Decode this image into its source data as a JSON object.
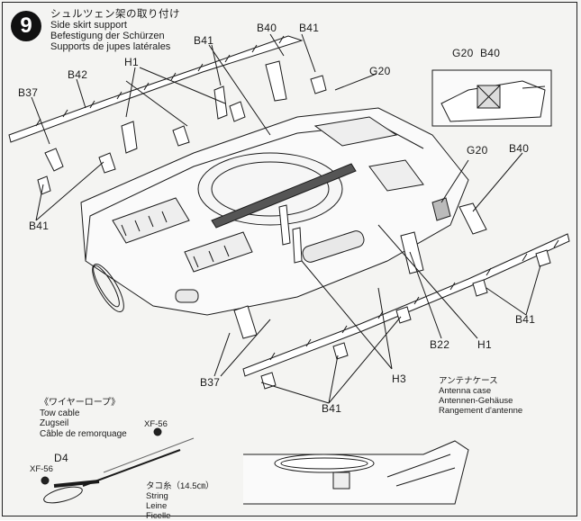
{
  "step": {
    "number": "9"
  },
  "title": {
    "jp": "シュルツェン架の取り付け",
    "en": "Side skirt support",
    "de": "Befestigung der Schürzen",
    "fr": "Supports de jupes latérales"
  },
  "part_labels": {
    "b40_top": "B40",
    "b41_top": "B41",
    "b41_top2": "B41",
    "h1_top": "H1",
    "b42": "B42",
    "b37_left": "B37",
    "g20_top": "G20",
    "g20_inset": "G20",
    "b40_inset": "B40",
    "g20_right": "G20",
    "b40_right": "B40",
    "b41_left": "B41",
    "b41_right": "B41",
    "b22": "B22",
    "h1_bottom": "H1",
    "h3": "H3",
    "b37_bottom": "B37",
    "b41_bottom": "B41",
    "d4": "D4"
  },
  "antenna_case": {
    "jp": "アンテナケース",
    "en": "Antenna case",
    "de": "Antennen-Gehäuse",
    "fr": "Rangement d'antenne"
  },
  "tow_cable": {
    "jp": "《ワイヤーロープ》",
    "en": "Tow cable",
    "de": "Zugseil",
    "fr": "Câble de remorquage"
  },
  "paint": {
    "xf56_a": "XF-56",
    "xf56_b": "XF-56"
  },
  "string": {
    "jp": "タコ糸（14.5㎝）",
    "en": "String",
    "de": "Leine",
    "fr": "Ficelle"
  },
  "colors": {
    "ink": "#1a1a1a",
    "paper": "#f4f4f2"
  }
}
